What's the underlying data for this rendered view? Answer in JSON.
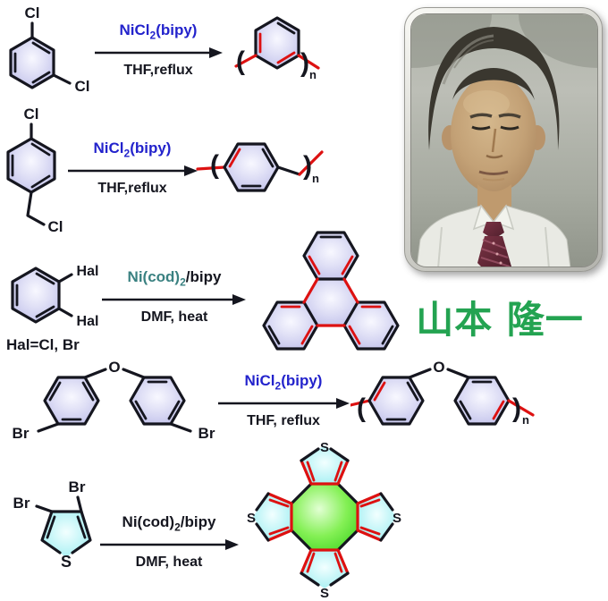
{
  "colors": {
    "bond_black": "#15161f",
    "new_bond_red": "#dd1111",
    "catalyst_blue": "#2323cc",
    "catalyst_teal": "#3a8181",
    "ring_fill_lavender": "#c9c9ee",
    "thiophene_fill_cyan": "#aef2f4",
    "cot_fill_green": "#5ae63c",
    "caption_green": "#23a351"
  },
  "reactions": [
    {
      "reactant": {
        "cl_top": "Cl",
        "cl_bottom": "Cl"
      },
      "catalyst": {
        "pre": "NiCl",
        "sub": "2",
        "post": "(bipy)"
      },
      "conditions": "THF,reflux",
      "product": {
        "open_paren": "(",
        "close_paren": ")",
        "repeat_sub": "n"
      }
    },
    {
      "reactant": {
        "cl_top": "Cl",
        "cl_bottom": "Cl"
      },
      "catalyst": {
        "pre": "NiCl",
        "sub": "2",
        "post": "(bipy)"
      },
      "conditions": "THF,reflux",
      "product": {
        "open_paren": "(",
        "close_paren": ")",
        "repeat_sub": "n"
      }
    },
    {
      "reactant": {
        "hal_top": "Hal",
        "hal_bottom": "Hal",
        "note": "Hal=Cl, Br"
      },
      "catalyst": {
        "pre": "Ni(cod)",
        "sub": "2",
        "post": "/bipy"
      },
      "conditions": "DMF, heat",
      "product": {}
    },
    {
      "reactant": {
        "br_left": "Br",
        "ether_o": "O",
        "br_right": "Br"
      },
      "catalyst": {
        "pre": "NiCl",
        "sub": "2",
        "post": "(bipy)"
      },
      "conditions": "THF, reflux",
      "product": {
        "open_paren": "(",
        "ether_o": "O",
        "close_paren": ")",
        "repeat_sub": "n"
      }
    },
    {
      "reactant": {
        "br_top": "Br",
        "br_left": "Br",
        "s": "S"
      },
      "catalyst": {
        "pre": "Ni(cod)",
        "sub": "2",
        "post": "/bipy"
      },
      "conditions": "DMF, heat",
      "product": {
        "s_top": "S",
        "s_right": "S",
        "s_bottom": "S",
        "s_left": "S"
      }
    }
  ],
  "portrait": {
    "caption": "山本 隆一"
  }
}
